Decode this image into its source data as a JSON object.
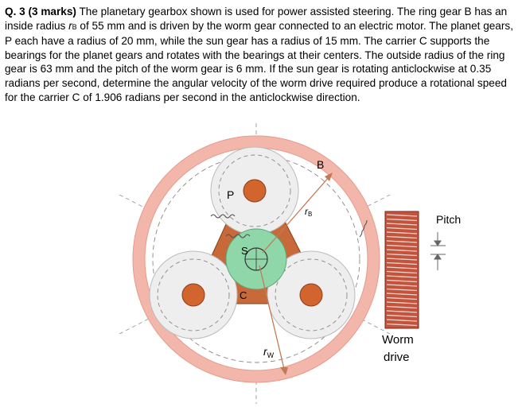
{
  "question": {
    "head": "Q. 3 (3 marks)",
    "t1": " The planetary gearbox shown is used for power assisted steering. The ring gear B has an inside radius ",
    "rb_var": "r",
    "rb_sub": "B",
    "t2": " of 55 mm and is driven by the worm gear connected to an electric motor. The planet gears, P each have a radius of 20 mm, while the sun gear has a radius of 15 mm. The carrier C supports the bearings for the planet gears and rotates with the bearings at their centers. The outside radius of the ring gear is 63 mm and the pitch of the worm gear is 6 mm. If the sun gear is rotating anticlockwise at 0.35 radians per second, determine the angular velocity of the worm drive required produce a rotational speed for the carrier C of 1.906 radians per second in the anticlockwise direction."
  },
  "figure": {
    "label_b": "B",
    "label_p": "P",
    "label_s": "S",
    "label_c": "C",
    "label_rb_var": "r",
    "label_rb_sub": "B",
    "label_rw_var": "r",
    "label_rw_sub": "W",
    "label_pitch": "Pitch",
    "label_worm": "Worm",
    "label_drive": "drive"
  },
  "colors": {
    "ring": "#f2b7aa",
    "ring_stroke": "#e89a8a",
    "carrier": "#c8693a",
    "sun": "#8fd6a8",
    "planet": "#eeeeee",
    "bearing": "#d2652e",
    "worm": "#c2533d"
  }
}
